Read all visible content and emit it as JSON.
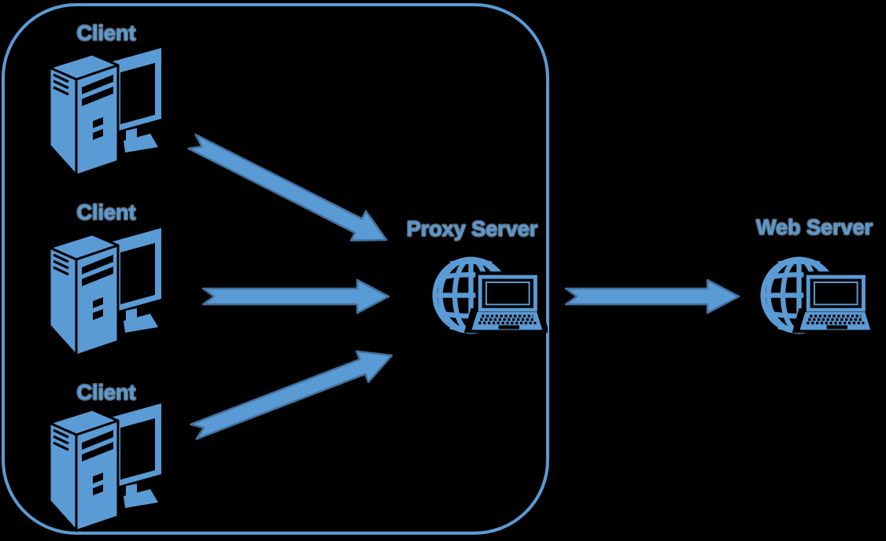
{
  "diagram": {
    "background_color": "#000000",
    "accent_color": "#5B9BD5",
    "arrow_fill_color": "#5B9BD5",
    "arrow_outline_color": "#41719C",
    "label_text_color": "#5B9BD5",
    "label_outline_color": "#5A6570",
    "group_box": {
      "shape": "rounded-rectangle",
      "border_color": "#5B9BD5"
    },
    "nodes": {
      "clients": [
        {
          "label": "Client",
          "icon": "desktop-computer-icon"
        },
        {
          "label": "Client",
          "icon": "desktop-computer-icon"
        },
        {
          "label": "Client",
          "icon": "desktop-computer-icon"
        }
      ],
      "proxy_server": {
        "label": "Proxy Server",
        "icon": "globe-with-laptop-icon"
      },
      "web_server": {
        "label": "Web Server",
        "icon": "globe-with-laptop-icon"
      }
    },
    "connections": [
      {
        "from": "client-1",
        "to": "proxy-server"
      },
      {
        "from": "client-2",
        "to": "proxy-server"
      },
      {
        "from": "client-3",
        "to": "proxy-server"
      },
      {
        "from": "proxy-server",
        "to": "web-server"
      }
    ]
  }
}
